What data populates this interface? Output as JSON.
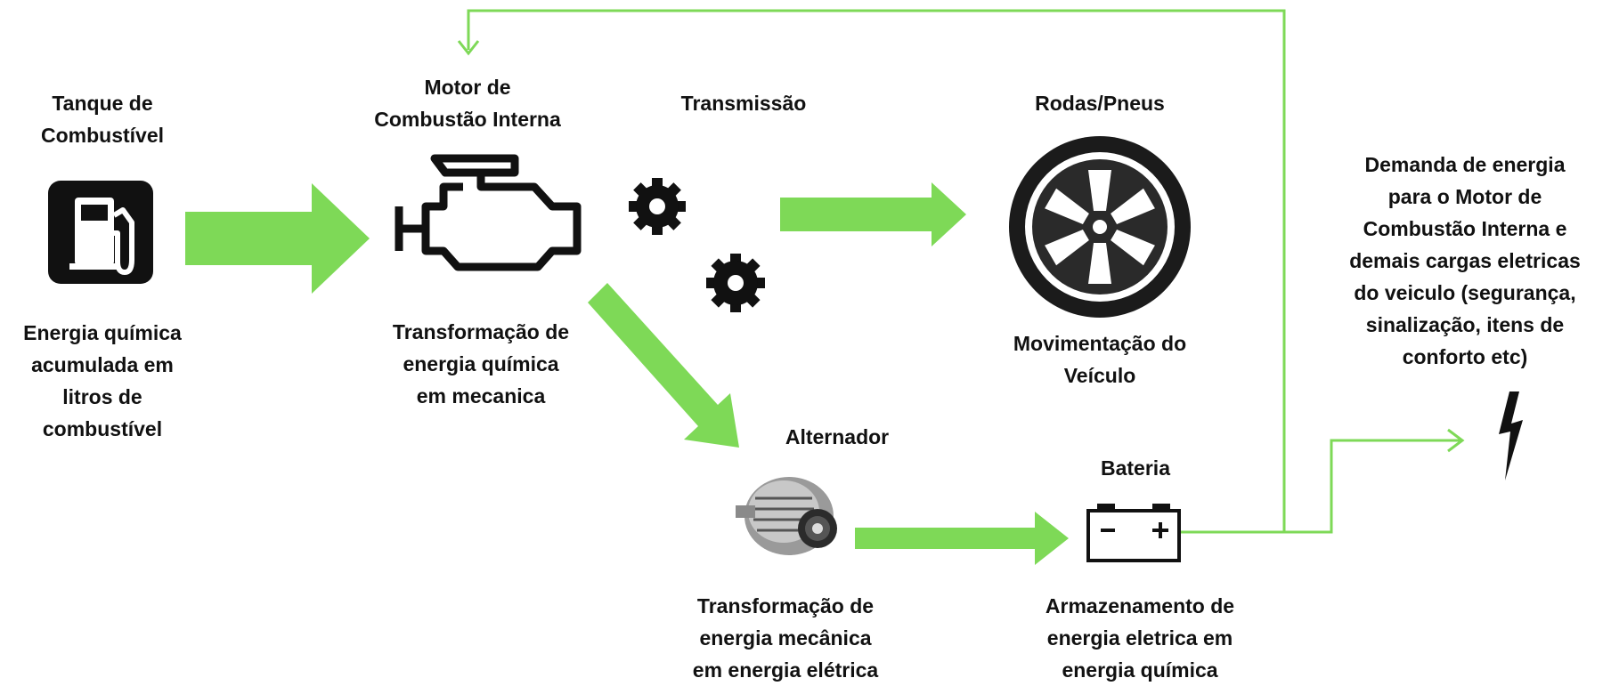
{
  "colors": {
    "arrow": "#7ed957",
    "icon": "#111111",
    "text": "#111111"
  },
  "nodes": {
    "tank": {
      "title": "Tanque de\nCombustível",
      "desc": "Energia química\nacumulada em\nlitros de\ncombustível",
      "icon": "fuel-pump-icon"
    },
    "engine": {
      "title": "Motor de\nCombustão Interna",
      "desc": "Transformação de\nenergia química\nem mecanica",
      "icon": "engine-icon"
    },
    "transmission": {
      "title": "Transmissão",
      "icon": "gears-icon"
    },
    "wheels": {
      "title": "Rodas/Pneus",
      "desc": "Movimentação do\nVeículo",
      "icon": "wheel-icon"
    },
    "alternator": {
      "title": "Alternador",
      "desc": "Transformação de\nenergia mecânica\nem energia elétrica",
      "icon": "alternator-icon"
    },
    "battery": {
      "title": "Bateria",
      "desc": "Armazenamento de\nenergia eletrica em\nenergia química",
      "icon": "battery-icon"
    },
    "demand": {
      "desc": "Demanda de energia\npara o Motor de\nCombustão Interna e\ndemais cargas eletricas\ndo veiculo (segurança,\nsinalização, itens de\nconforto etc)",
      "icon": "lightning-icon"
    }
  }
}
